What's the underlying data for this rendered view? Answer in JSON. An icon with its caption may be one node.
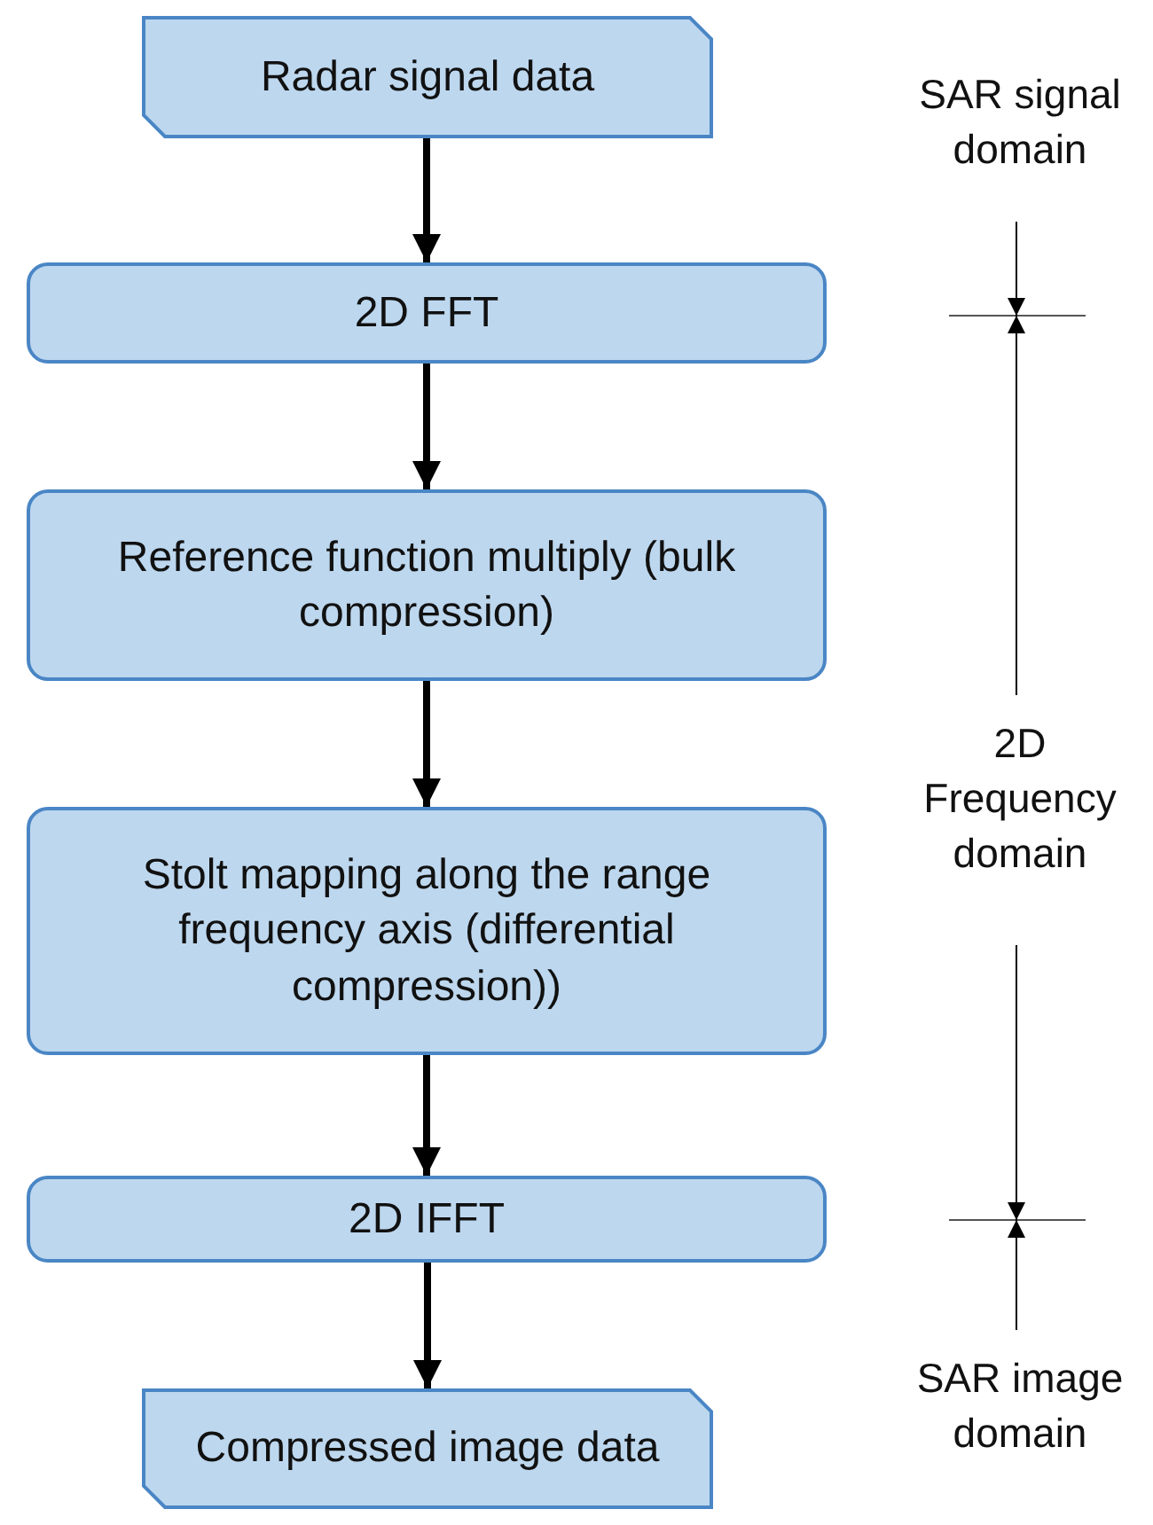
{
  "diagram": {
    "nodes": [
      {
        "text": [
          "Radar signal data"
        ]
      },
      {
        "text": [
          "2D FFT"
        ]
      },
      {
        "text": [
          "Reference function multiply (bulk compression)"
        ]
      },
      {
        "text": [
          "Stolt mapping along the range frequency axis (differential compression))"
        ]
      },
      {
        "text": [
          "2D IFFT"
        ]
      },
      {
        "text": [
          "Compressed image data"
        ]
      }
    ],
    "edges": [
      {
        "from": 0,
        "to": 1,
        "arrow": "to"
      },
      {
        "from": 1,
        "to": 2,
        "arrow": "to"
      },
      {
        "from": 2,
        "to": 3,
        "arrow": "to"
      },
      {
        "from": 3,
        "to": 4,
        "arrow": "to"
      },
      {
        "from": 4,
        "to": 5,
        "arrow": "to"
      }
    ],
    "labels": [
      "SAR signal domain",
      "2D Frequency domain",
      "SAR image domain"
    ]
  }
}
